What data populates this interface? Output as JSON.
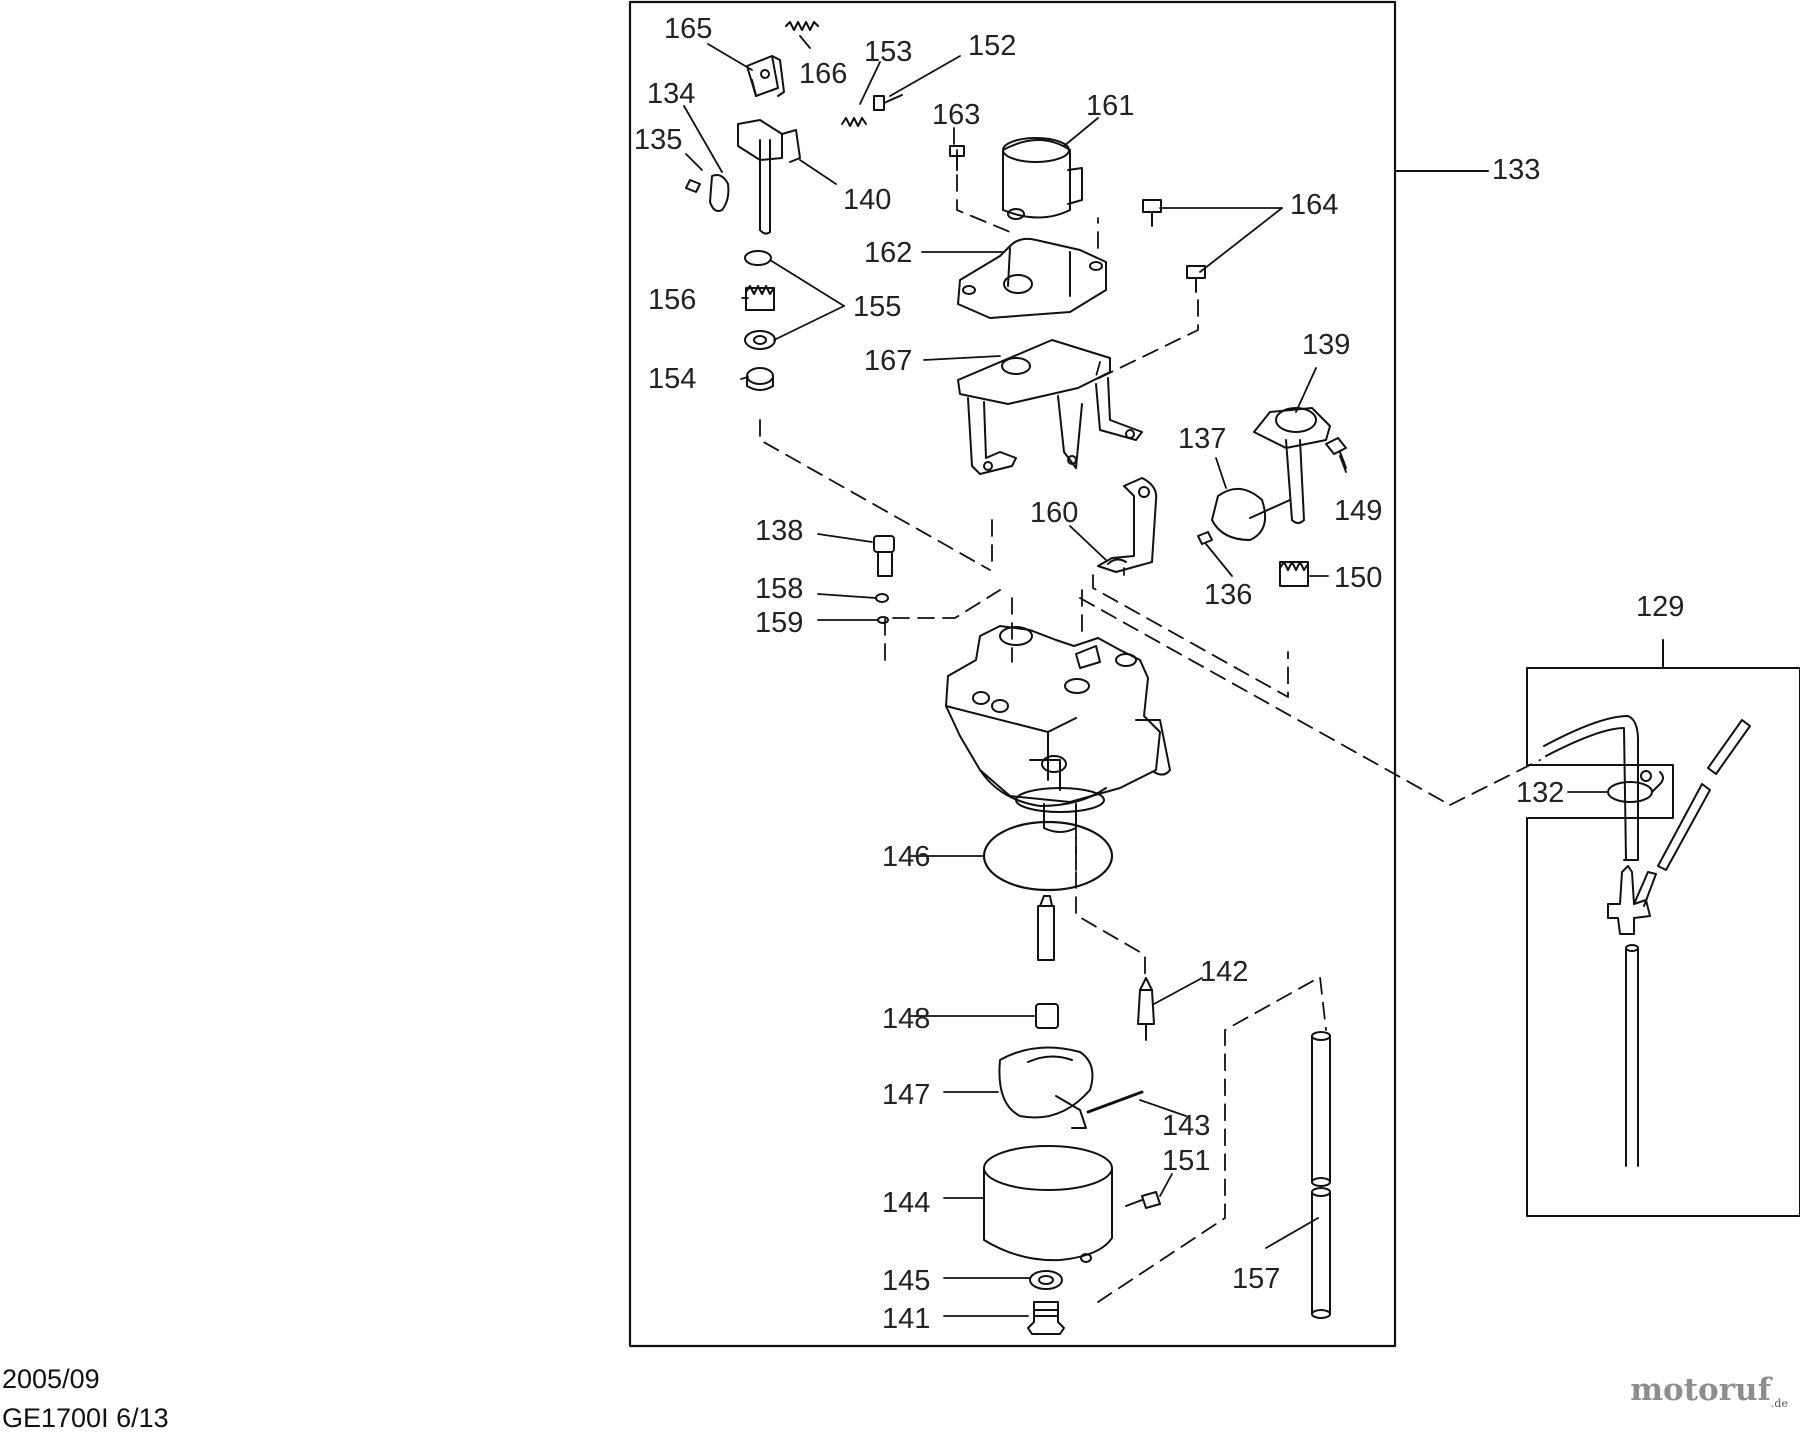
{
  "diagram": {
    "labels": [
      {
        "id": "165",
        "text": "165"
      },
      {
        "id": "166",
        "text": "166"
      },
      {
        "id": "153",
        "text": "153"
      },
      {
        "id": "152",
        "text": "152"
      },
      {
        "id": "134",
        "text": "134"
      },
      {
        "id": "135",
        "text": "135"
      },
      {
        "id": "140",
        "text": "140"
      },
      {
        "id": "163",
        "text": "163"
      },
      {
        "id": "161",
        "text": "161"
      },
      {
        "id": "133",
        "text": "133"
      },
      {
        "id": "164",
        "text": "164"
      },
      {
        "id": "162",
        "text": "162"
      },
      {
        "id": "156",
        "text": "156"
      },
      {
        "id": "155",
        "text": "155"
      },
      {
        "id": "154",
        "text": "154"
      },
      {
        "id": "167",
        "text": "167"
      },
      {
        "id": "139",
        "text": "139"
      },
      {
        "id": "137",
        "text": "137"
      },
      {
        "id": "149",
        "text": "149"
      },
      {
        "id": "138",
        "text": "138"
      },
      {
        "id": "160",
        "text": "160"
      },
      {
        "id": "150",
        "text": "150"
      },
      {
        "id": "136",
        "text": "136"
      },
      {
        "id": "158",
        "text": "158"
      },
      {
        "id": "159",
        "text": "159"
      },
      {
        "id": "129",
        "text": "129"
      },
      {
        "id": "132",
        "text": "132"
      },
      {
        "id": "146",
        "text": "146"
      },
      {
        "id": "142",
        "text": "142"
      },
      {
        "id": "148",
        "text": "148"
      },
      {
        "id": "147",
        "text": "147"
      },
      {
        "id": "143",
        "text": "143"
      },
      {
        "id": "151",
        "text": "151"
      },
      {
        "id": "144",
        "text": "144"
      },
      {
        "id": "157",
        "text": "157"
      },
      {
        "id": "145",
        "text": "145"
      },
      {
        "id": "141",
        "text": "141"
      }
    ]
  },
  "footer": {
    "date": "2005/09",
    "model_page": "GE1700I 6/13",
    "brand_main": "motoruf",
    "brand_tld": ".de"
  }
}
